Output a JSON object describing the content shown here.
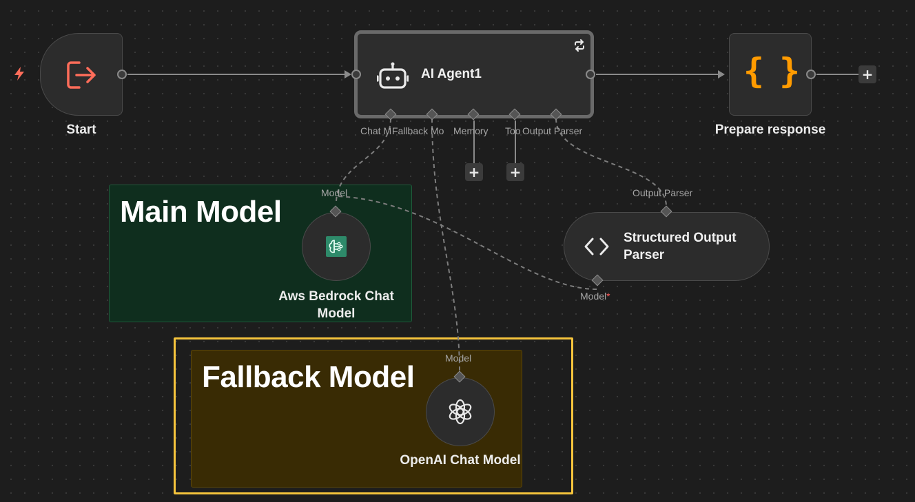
{
  "nodes": {
    "start": {
      "label": "Start"
    },
    "agent": {
      "label": "AI Agent1"
    },
    "prepare": {
      "label": "Prepare response",
      "icon_glyph": "{ }"
    },
    "parser": {
      "label": "Structured Output Parser"
    },
    "bedrock": {
      "label": "Aws Bedrock Chat Model"
    },
    "openai": {
      "label": "OpenAI Chat Model"
    }
  },
  "agent_ports": {
    "chat_model": "Chat M",
    "fallback_model": "Fallback Mo",
    "memory": "Memory",
    "tool": "Too",
    "output_parser": "Output Parser"
  },
  "port_labels": {
    "bedrock_model": "Model",
    "openai_model": "Model",
    "parser_input": "Output Parser",
    "parser_model": "Model",
    "required_mark": "*"
  },
  "stickies": {
    "main": {
      "title": "Main Model"
    },
    "fallback": {
      "title": "Fallback Model"
    }
  },
  "buttons": {
    "add": "+"
  },
  "colors": {
    "canvas": "#1d1d1d",
    "main_sticky": "#0f2e1e",
    "fallback_sticky": "#392b04",
    "selection": "#f6c43c",
    "start_icon": "#ff6d5a",
    "prepare_icon": "#ff9b00",
    "bedrock_icon_bg": "#2e8a6a",
    "trigger_bolt": "#ff6d5a"
  },
  "icons": {
    "trigger": "lightning-bolt-icon",
    "start": "sign-out-icon",
    "agent": "robot-icon",
    "agent_badge": "repeat-icon",
    "prepare": "curly-braces-icon",
    "parser": "code-brackets-icon",
    "bedrock": "brain-circuit-icon",
    "openai": "openai-logo-icon"
  }
}
